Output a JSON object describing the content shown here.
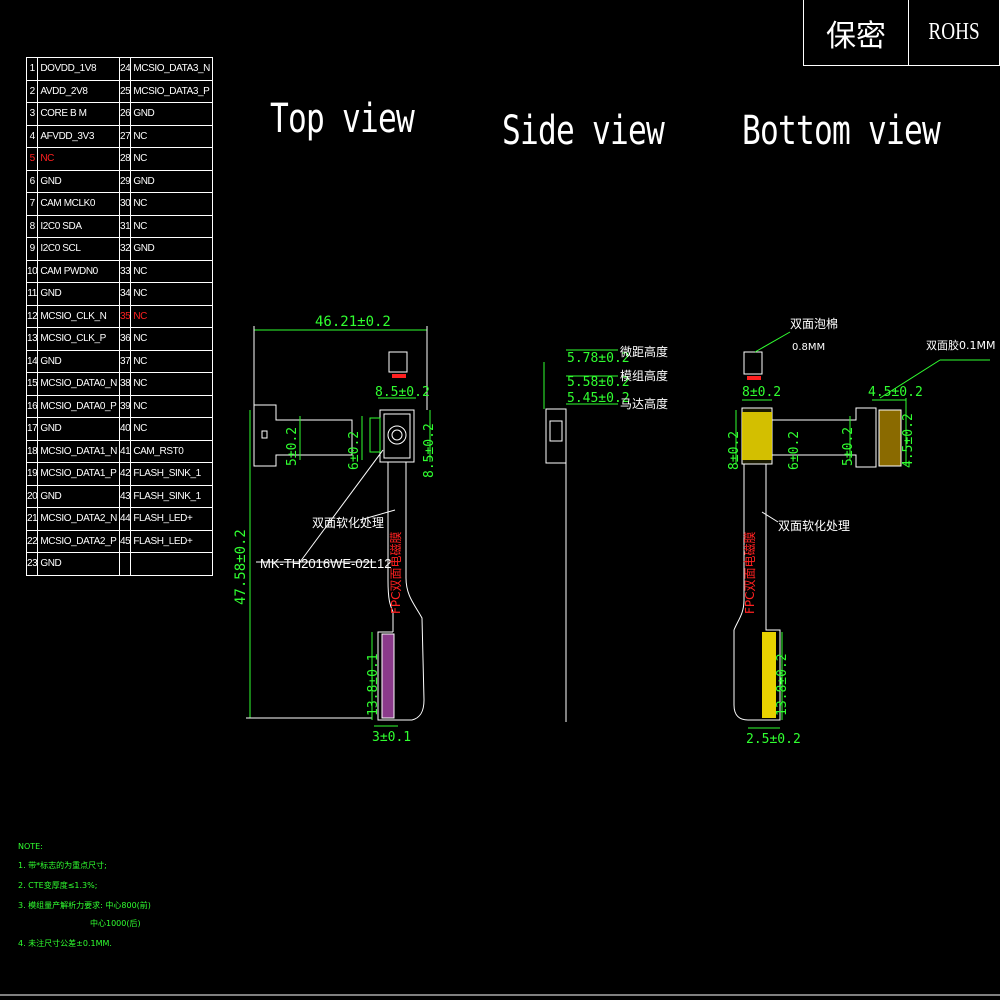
{
  "header": {
    "secret_label": "保密",
    "rohs_label": "ROHS"
  },
  "pin_table": [
    {
      "n1": "1",
      "s1": "DOVDD_1V8",
      "n2": "24",
      "s2": "MCSIO_DATA3_N"
    },
    {
      "n1": "2",
      "s1": "AVDD_2V8",
      "n2": "25",
      "s2": "MCSIO_DATA3_P"
    },
    {
      "n1": "3",
      "s1": "CORE B M",
      "n2": "26",
      "s2": "GND"
    },
    {
      "n1": "4",
      "s1": "AFVDD_3V3",
      "n2": "27",
      "s2": "NC"
    },
    {
      "n1": "5",
      "s1": "NC",
      "n2": "28",
      "s2": "NC",
      "red1": true
    },
    {
      "n1": "6",
      "s1": "GND",
      "n2": "29",
      "s2": "GND"
    },
    {
      "n1": "7",
      "s1": "CAM MCLK0",
      "n2": "30",
      "s2": "NC"
    },
    {
      "n1": "8",
      "s1": "I2C0 SDA",
      "n2": "31",
      "s2": "NC"
    },
    {
      "n1": "9",
      "s1": "I2C0 SCL",
      "n2": "32",
      "s2": "GND"
    },
    {
      "n1": "10",
      "s1": "CAM PWDN0",
      "n2": "33",
      "s2": "NC"
    },
    {
      "n1": "11",
      "s1": "GND",
      "n2": "34",
      "s2": "NC"
    },
    {
      "n1": "12",
      "s1": "MCSIO_CLK_N",
      "n2": "35",
      "s2": "NC",
      "red2": true
    },
    {
      "n1": "13",
      "s1": "MCSIO_CLK_P",
      "n2": "36",
      "s2": "NC"
    },
    {
      "n1": "14",
      "s1": "GND",
      "n2": "37",
      "s2": "NC"
    },
    {
      "n1": "15",
      "s1": "MCSIO_DATA0_N",
      "n2": "38",
      "s2": "NC"
    },
    {
      "n1": "16",
      "s1": "MCSIO_DATA0_P",
      "n2": "39",
      "s2": "NC"
    },
    {
      "n1": "17",
      "s1": "GND",
      "n2": "40",
      "s2": "NC"
    },
    {
      "n1": "18",
      "s1": "MCSIO_DATA1_N",
      "n2": "41",
      "s2": "CAM_RST0"
    },
    {
      "n1": "19",
      "s1": "MCSIO_DATA1_P",
      "n2": "42",
      "s2": "FLASH_SINK_1"
    },
    {
      "n1": "20",
      "s1": "GND",
      "n2": "43",
      "s2": "FLASH_SINK_1"
    },
    {
      "n1": "21",
      "s1": "MCSIO_DATA2_N",
      "n2": "44",
      "s2": "FLASH_LED+"
    },
    {
      "n1": "22",
      "s1": "MCSIO_DATA2_P",
      "n2": "45",
      "s2": "FLASH_LED+"
    },
    {
      "n1": "23",
      "s1": "GND",
      "n2": "",
      "s2": ""
    }
  ],
  "views": {
    "top": "Top view",
    "side": "Side view",
    "bottom": "Bottom view"
  },
  "top_view": {
    "width_dim": "46.21±0.2",
    "height_dim": "47.58±0.2",
    "module_w": "8.5±0.2",
    "module_h": "8.5±0.2",
    "cable_w": "6±0.2",
    "tab_w": "5±0.2",
    "conn_len": "13.8±0.1",
    "conn_w": "3±0.1",
    "soften": "双面软化处理",
    "part_no": "MK-TH2016WE-02L12",
    "fpc": "FPC双面电磁膜"
  },
  "side_view": {
    "dims": [
      "5.78±0.2",
      "5.58±0.2",
      "5.45±0.2"
    ],
    "labels": [
      "微距高度",
      "模组高度",
      "马达高度"
    ]
  },
  "bottom_view": {
    "foam": "双面泡棉",
    "foam_t": "0.8MM",
    "tape": "双面胶0.1MM",
    "module_w": "8±0.2",
    "module_h": "8±0.2",
    "cable_w": "6±0.2",
    "tab_w": "5±0.2",
    "tab2_w": "4.5±0.2",
    "tab2_h": "4.5±0.2",
    "soften": "双面软化处理",
    "fpc": "FPC双面电磁膜",
    "conn_len": "13.8±0.2",
    "conn_w": "2.5±0.2"
  },
  "notes": {
    "title": "NOTE:",
    "items": [
      "1. 带*标志的为重点尺寸;",
      "2. CTE变厚度≤1.3%;",
      "3. 模组量产解析力要求: 中心800(前)",
      "中心1000(后)",
      "4. 未注尺寸公差±0.1MM."
    ]
  },
  "colors": {
    "dim": "#30ff30",
    "line": "#ffffff",
    "red": "#ff2020",
    "pad": "#e8d200"
  }
}
